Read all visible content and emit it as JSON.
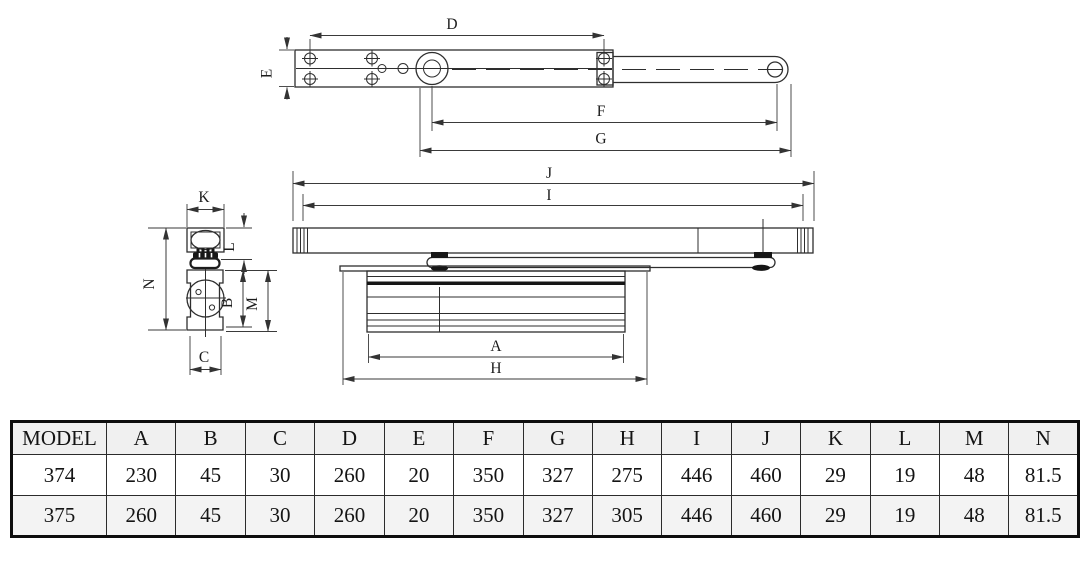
{
  "drawing": {
    "labels": {
      "D": "D",
      "E": "E",
      "F": "F",
      "G": "G",
      "J": "J",
      "I": "I",
      "A": "A",
      "H": "H",
      "K": "K",
      "L": "L",
      "N": "N",
      "B": "B",
      "M": "M",
      "C": "C"
    }
  },
  "table": {
    "headers": [
      "MODEL",
      "A",
      "B",
      "C",
      "D",
      "E",
      "F",
      "G",
      "H",
      "I",
      "J",
      "K",
      "L",
      "M",
      "N"
    ],
    "rows": [
      [
        "374",
        "230",
        "45",
        "30",
        "260",
        "20",
        "350",
        "327",
        "275",
        "446",
        "460",
        "29",
        "19",
        "48",
        "81.5"
      ],
      [
        "375",
        "260",
        "45",
        "30",
        "260",
        "20",
        "350",
        "327",
        "305",
        "446",
        "460",
        "29",
        "19",
        "48",
        "81.5"
      ]
    ]
  },
  "colors": {
    "line": "#2e2e2e",
    "table_border": "#0d0d0d",
    "header_bg": "#f0f0f0",
    "alt_row_bg": "#f3f3f3"
  }
}
